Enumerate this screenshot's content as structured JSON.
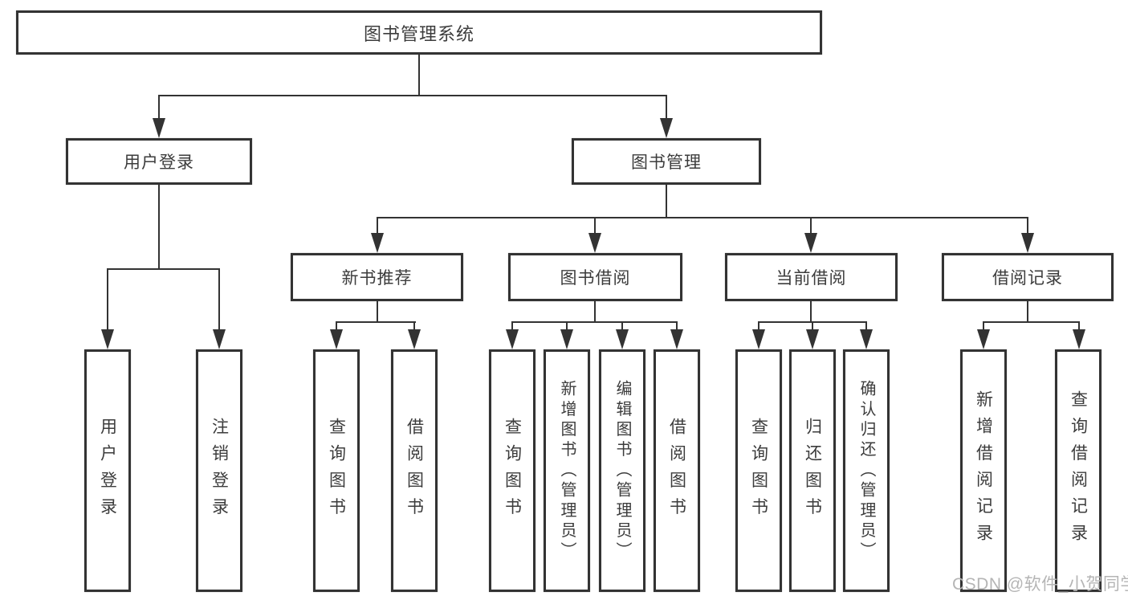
{
  "colors": {
    "line": "#333333",
    "box_border": "#333333",
    "text": "#3c3c3c",
    "watermark": "#b5b5b5",
    "background": "#ffffff"
  },
  "tree": {
    "root": {
      "label": "图书管理系统"
    },
    "user_login": {
      "label": "用户登录",
      "children": [
        {
          "label": "用户登录"
        },
        {
          "label": "注销登录"
        }
      ]
    },
    "book_mgmt": {
      "label": "图书管理",
      "sections": [
        {
          "label": "新书推荐",
          "children": [
            {
              "label": "查询图书"
            },
            {
              "label": "借阅图书"
            }
          ]
        },
        {
          "label": "图书借阅",
          "children": [
            {
              "label": "查询图书"
            },
            {
              "label": "新增图书（管理员）"
            },
            {
              "label": "编辑图书（管理员）"
            },
            {
              "label": "借阅图书"
            }
          ]
        },
        {
          "label": "当前借阅",
          "children": [
            {
              "label": "查询图书"
            },
            {
              "label": "归还图书"
            },
            {
              "label": "确认归还（管理员）"
            }
          ]
        },
        {
          "label": "借阅记录",
          "children": [
            {
              "label": "新增借阅记录"
            },
            {
              "label": "查询借阅记录"
            }
          ]
        }
      ]
    }
  },
  "watermark": {
    "text": "CSDN @软件_小贺同学"
  }
}
